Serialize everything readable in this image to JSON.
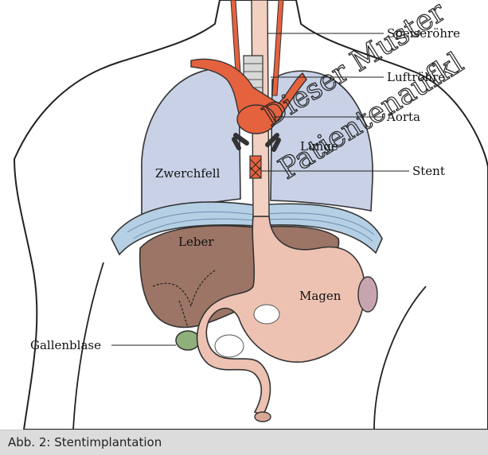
{
  "labels": {
    "speiseroehre": "Speiseröhre",
    "luftroehre": "Luftröhre",
    "aorta": "Aorta",
    "lunge": "Lunge",
    "stent": "Stent",
    "zwerchfell": "Zwerchfell",
    "leber": "Leber",
    "magen": "Magen",
    "gallenblase": "Gallenblase"
  },
  "watermark": {
    "line1": "Dieser Muster",
    "line2": "Patientenaufkl"
  },
  "caption": "Abb. 2: Stentimplantation",
  "colors": {
    "lung": "#c9d1e6",
    "liver": "#9c7566",
    "stomach": "#eec2b2",
    "aorta": "#e5623e",
    "diaphragm": "#b5cfe4",
    "gallbladder": "#8fb07a",
    "caption_bg": "#dcdcdc"
  }
}
